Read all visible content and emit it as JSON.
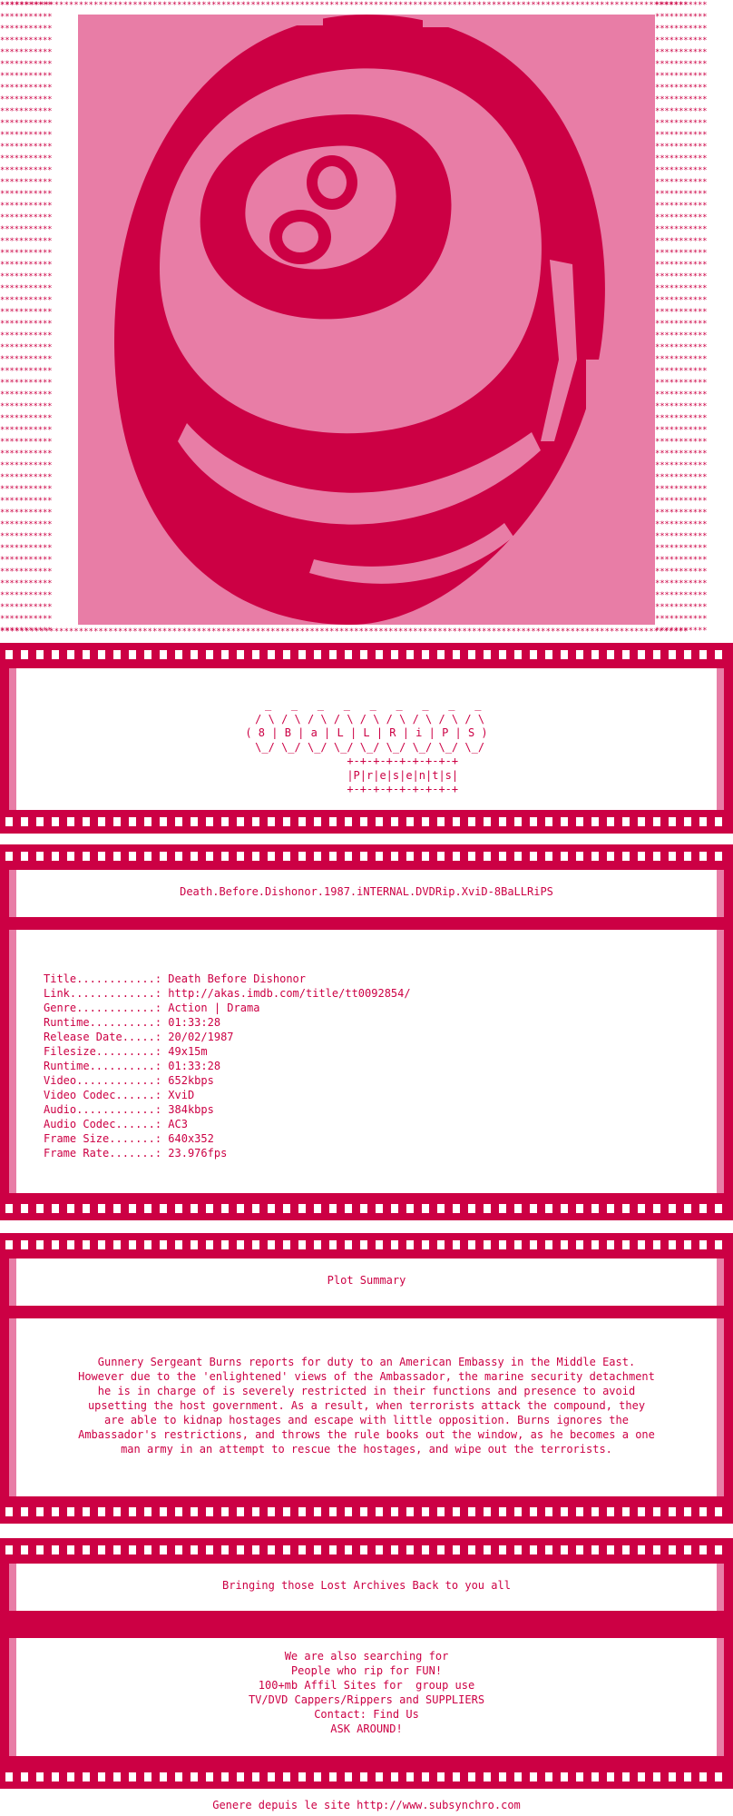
{
  "ascii_logo": {
    "art": "  _   _   _   _   _   _   _   _   _\n / \\ / \\ / \\ / \\ / \\ / \\ / \\ / \\ / \\\n( 8 | B | a | L | L | R | i | P | S )\n \\_/ \\_/ \\_/ \\_/ \\_/ \\_/ \\_/ \\_/ \\_/\n           +-+-+-+-+-+-+-+-+\n           |P|r|e|s|e|n|t|s|\n           +-+-+-+-+-+-+-+-+"
  },
  "release": {
    "name": "Death.Before.Dishonor.1987.iNTERNAL.DVDRip.XviD-8BaLLRiPS"
  },
  "info": {
    "fields": [
      {
        "label": "Title............:",
        "value": "Death Before Dishonor"
      },
      {
        "label": "Link.............:",
        "value": "http://akas.imdb.com/title/tt0092854/"
      },
      {
        "label": "Genre............:",
        "value": "Action | Drama"
      },
      {
        "label": "Runtime..........:",
        "value": "01:33:28"
      },
      {
        "label": "Release Date.....:",
        "value": "20/02/1987"
      },
      {
        "label": "Filesize.........:",
        "value": "49x15m"
      },
      {
        "label": "Runtime..........:",
        "value": "01:33:28"
      },
      {
        "label": "Video............:",
        "value": "652kbps"
      },
      {
        "label": "Video Codec......:",
        "value": "XviD"
      },
      {
        "label": "Audio............:",
        "value": "384kbps"
      },
      {
        "label": "Audio Codec......:",
        "value": "AC3"
      },
      {
        "label": "Frame Size.......:",
        "value": "640x352"
      },
      {
        "label": "Frame Rate.......:",
        "value": "23.976fps"
      }
    ]
  },
  "plot": {
    "heading": "Plot Summary",
    "lines": [
      "Gunnery Sergeant Burns reports for duty to an American Embassy in the Middle East.",
      "However due to the 'enlightened' views of the Ambassador, the marine security detachment",
      "he is in charge of is severely restricted in their functions and presence to avoid",
      "upsetting the host government. As a result, when terrorists attack the compound, they",
      "are able to kidnap hostages and escape with little opposition. Burns ignores the",
      "Ambassador's restrictions, and throws the rule books out the window, as he becomes a one",
      "man army in an attempt to rescue the hostages, and wipe out the terrorists."
    ]
  },
  "archives": {
    "heading": "Bringing those Lost Archives Back to you all",
    "lines": [
      "We are also searching for",
      "People who rip for FUN!",
      "100+mb Affil Sites for  group use",
      "TV/DVD Cappers/Rippers and SUPPLIERS",
      "Contact: Find Us",
      "ASK AROUND!"
    ]
  },
  "footer": {
    "text": "Genere depuis le site  http://www.subsynchro.com"
  },
  "colors": {
    "accent": "#cc0044",
    "pink": "#e87da6",
    "background": "#ffffff"
  }
}
